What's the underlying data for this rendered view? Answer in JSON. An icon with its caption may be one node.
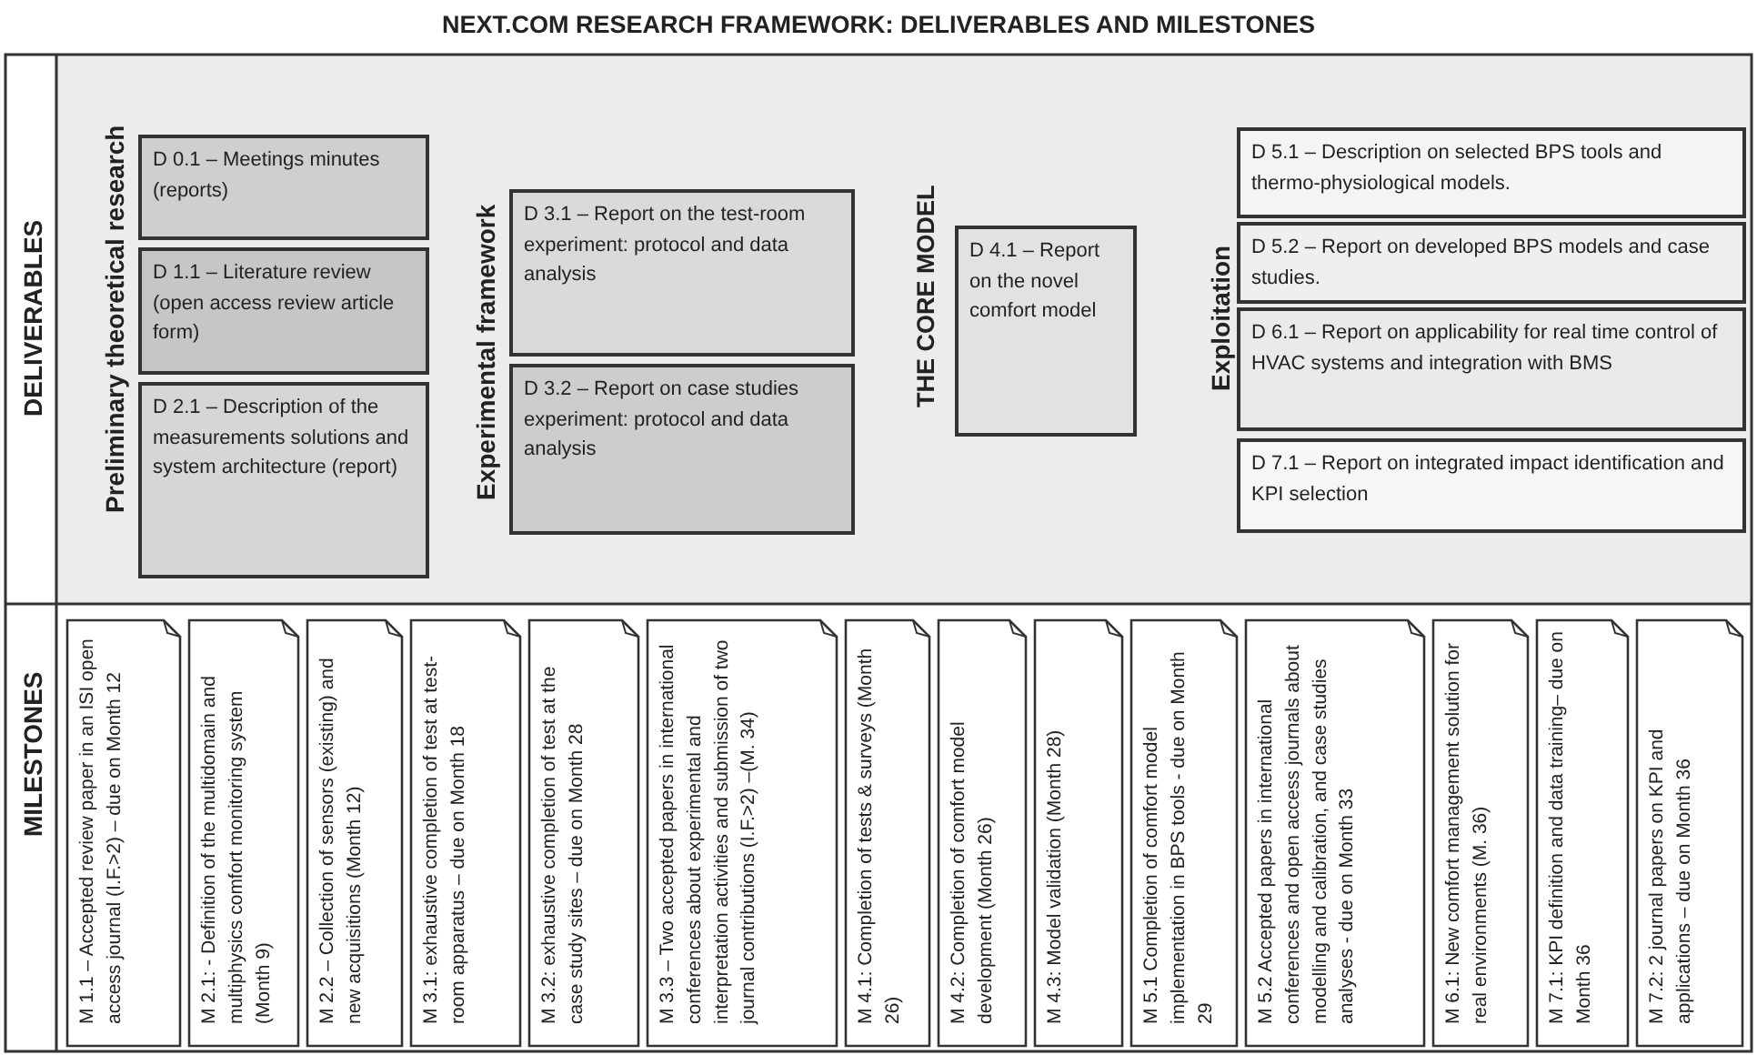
{
  "diagram": {
    "title": "NEXT.COM RESEARCH FRAMEWORK: DELIVERABLES AND MILESTONES",
    "nodes": [
      {
        "text": [
          "D 0.1 – Meetings minutes (reports)"
        ]
      },
      {
        "text": [
          "D 1.1 – Literature review (open access review article form)"
        ]
      },
      {
        "text": [
          "D 2.1 – Description of the measurements solutions and system architecture (report)"
        ]
      },
      {
        "text": [
          "D 3.1 – Report on the test-room experiment: protocol and data analysis"
        ]
      },
      {
        "text": [
          "D 3.2 – Report on case studies experiment: protocol and data analysis"
        ]
      },
      {
        "text": [
          "D 4.1 – Report on the novel comfort model"
        ]
      },
      {
        "text": [
          "D 5.1 – Description on selected BPS tools and thermo-physiological models."
        ]
      },
      {
        "text": [
          "D 5.2 – Report on developed BPS models and case studies."
        ]
      },
      {
        "text": [
          "D 6.1 – Report on applicability for real time control of HVAC systems and integration with BMS"
        ]
      },
      {
        "text": [
          "D 7.1 – Report on integrated impact identification and KPI selection"
        ]
      },
      {
        "text": [
          "M 1.1 – Accepted review paper in an ISI open access journal (I.F.>2) – due on Month 12"
        ]
      },
      {
        "text": [
          "M 2.1: - Definition of the multidomain and multiphysics comfort monitoring system (Month 9)"
        ]
      },
      {
        "text": [
          "M 2.2 – Collection of sensors (existing) and new acquisitions (Month 12)"
        ]
      },
      {
        "text": [
          "M 3.1: exhaustive completion of test at test-room apparatus – due on Month 18"
        ]
      },
      {
        "text": [
          "M 3.2: exhaustive completion of test at the case study sites – due on Month 28"
        ]
      },
      {
        "text": [
          "M 3.3 – Two accepted papers in international conferences about experimental and interpretation activities and submission of two journal contributions (I.F.>2) –(M. 34)"
        ]
      },
      {
        "text": [
          "M 4.1: Completion of tests & surveys (Month 26)"
        ]
      },
      {
        "text": [
          "M 4.2: Completion of comfort model development (Month 26)"
        ]
      },
      {
        "text": [
          "M 4.3: Model validation (Month 28)"
        ]
      },
      {
        "text": [
          "M 5.1 Completion of comfort model implementation in BPS tools - due on Month 29"
        ]
      },
      {
        "text": [
          "M 5.2 Accepted papers in international conferences and open access journals about modelling and calibration, and case studies analyses - due on Month 33"
        ]
      },
      {
        "text": [
          "M 6.1: New comfort management solution for real environments (M. 36)"
        ]
      },
      {
        "text": [
          "M 7.1: KPI definition and data training– due on Month 36"
        ]
      },
      {
        "text": [
          "M 7.2: 2 journal papers on KPI and applications – due on Month 36"
        ]
      }
    ],
    "labels": [
      "DELIVERABLES",
      "Preliminary theoretical research",
      "Experimental framework",
      "THE CORE MODEL",
      "Exploitation",
      "MILESTONES"
    ]
  }
}
